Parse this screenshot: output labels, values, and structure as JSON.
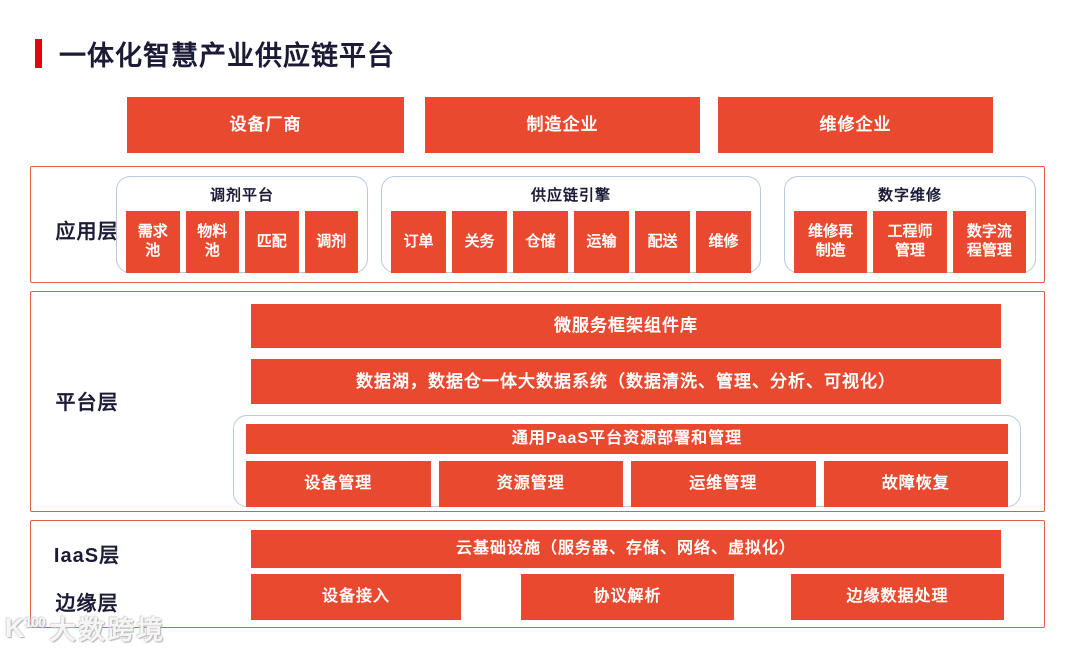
{
  "title": {
    "text": "一体化智慧产业供应链平台"
  },
  "top_row": [
    {
      "label": "设备厂商"
    },
    {
      "label": "制造企业"
    },
    {
      "label": "维修企业"
    }
  ],
  "layers": {
    "app": {
      "label": "应用层",
      "groups": [
        {
          "title": "调剂平台",
          "items": [
            "需求\n池",
            "物料\n池",
            "匹配",
            "调剂"
          ]
        },
        {
          "title": "供应链引擎",
          "items": [
            "订单",
            "关务",
            "仓储",
            "运输",
            "配送",
            "维修"
          ]
        },
        {
          "title": "数字维修",
          "items": [
            "维修再\n制造",
            "工程师\n管理",
            "数字流\n程管理"
          ]
        }
      ]
    },
    "platform": {
      "label": "平台层",
      "bars": [
        "微服务框架组件库",
        "数据湖，数据仓一体大数据系统（数据清洗、管理、分析、可视化）"
      ],
      "paas": {
        "title": "通用PaaS平台资源部署和管理",
        "items": [
          "设备管理",
          "资源管理",
          "运维管理",
          "故障恢复"
        ]
      }
    },
    "iaas": {
      "label": "IaaS层",
      "bar": "云基础设施（服务器、存储、网络、虚拟化）"
    },
    "edge": {
      "label": "边缘层",
      "items": [
        "设备接入",
        "协议解析",
        "边缘数据处理"
      ]
    }
  },
  "watermark": {
    "logo_k": "K",
    "logo_sup": "100",
    "text": "大数跨境"
  },
  "colors": {
    "block_red": "#E8492F",
    "accent_red": "#E60012",
    "container_border": "#DF604A",
    "group_border": "#B7CBDD",
    "title_dark": "#1B1B36"
  }
}
